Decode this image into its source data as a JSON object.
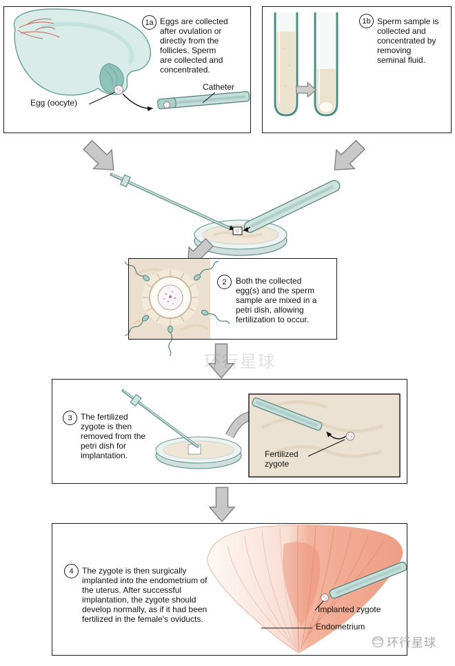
{
  "steps": {
    "s1a": {
      "number": "1a",
      "text": "Eggs are collected after ovulation or directly from the follicles. Sperm are collected and concentrated.",
      "egg_label": "Egg (oocyte)",
      "catheter_label": "Catheter"
    },
    "s1b": {
      "number": "1b",
      "text": "Sperm sample is collected and concentrated by removing seminal fluid."
    },
    "s2": {
      "number": "2",
      "text": "Both the collected egg(s) and the sperm sample are mixed in a petri dish, allowing fertilization to occur."
    },
    "s3": {
      "number": "3",
      "text": "The fertilized zygote is then removed from the petri dish for implantation.",
      "zygote_label": "Fertilized zygote"
    },
    "s4": {
      "number": "4",
      "text": "The zygote is then surgically implanted into the endometrium of the uterus. After successful implantation, the zygote should develop normally, as if it had been fertilized in the female's oviducts.",
      "zygote_label": "Implanted zygote",
      "endometrium_label": "Endometrium"
    }
  },
  "watermark": {
    "text": "环行星球"
  },
  "colors": {
    "panel_border": "#1a1a1a",
    "teal_outline": "#55837c",
    "teal_fill": "#cfe3df",
    "cream": "#ece2d3",
    "arrow_gray": "#c8c8c8",
    "uterus_pink": "#f4b39d"
  }
}
